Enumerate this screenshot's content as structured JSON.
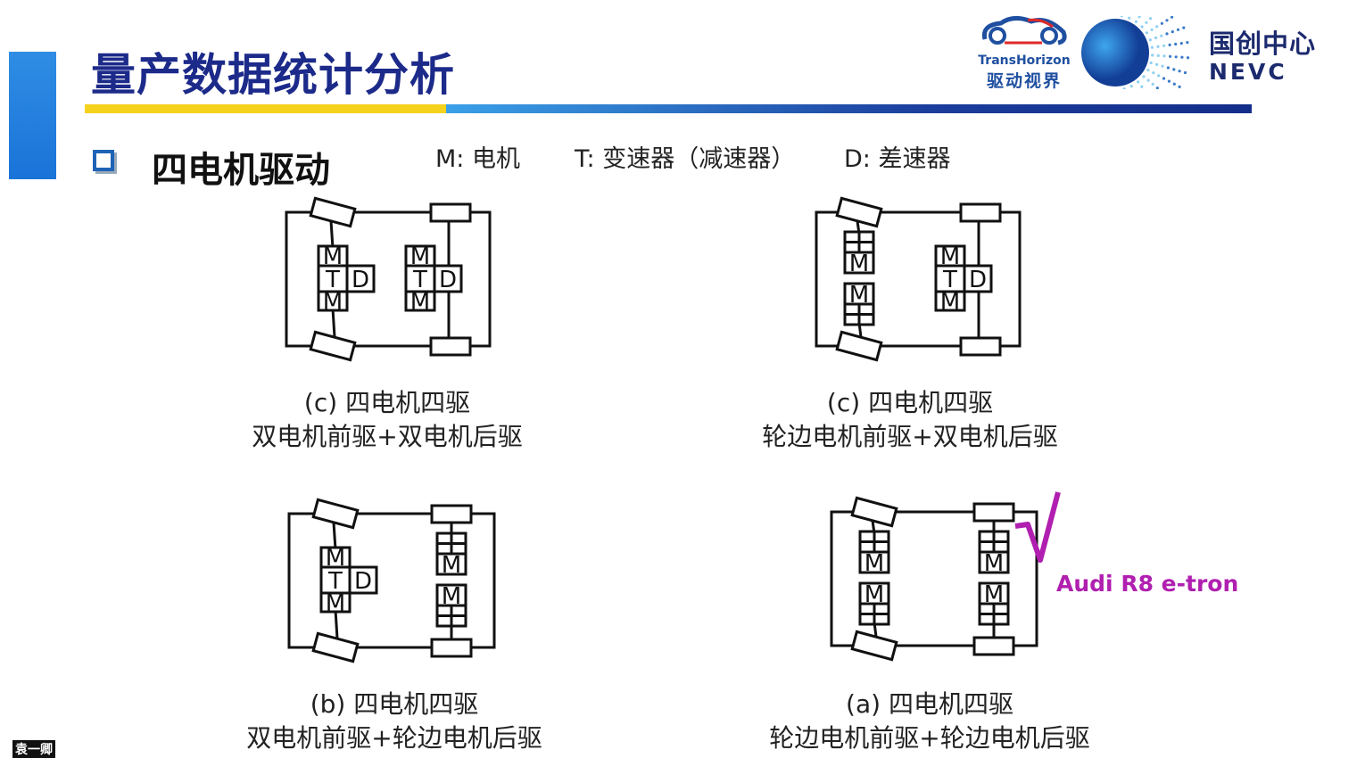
{
  "header": {
    "title": "量产数据统计分析",
    "logos": {
      "transhorizon_en": "TransHorizon",
      "transhorizon_cn": "驱动视界",
      "nevc_cn": "国创中心",
      "nevc_en": "NEVC"
    }
  },
  "section": {
    "title": "四电机驱动",
    "legend": [
      "M: 电机",
      "T: 变速器（减速器）",
      "D: 差速器"
    ]
  },
  "symbols": {
    "motor": "M",
    "transmission": "T",
    "differential": "D"
  },
  "diagrams": [
    {
      "type": "mtd-mtd",
      "caption1": "(c) 四电机四驱",
      "caption2": "双电机前驱+双电机后驱"
    },
    {
      "type": "hub-mtd",
      "caption1": "(c) 四电机四驱",
      "caption2": "轮边电机前驱+双电机后驱"
    },
    {
      "type": "mtd-hub",
      "caption1": "(b) 四电机四驱",
      "caption2": "双电机前驱+轮边电机后驱"
    },
    {
      "type": "hub-hub",
      "caption1": "(a) 四电机四驱",
      "caption2": "轮边电机前驱+轮边电机后驱"
    }
  ],
  "annotation": {
    "checkmark": "√",
    "label": "Audi R8 e-tron",
    "color": "#b01fb0"
  },
  "author": "袁一卿"
}
